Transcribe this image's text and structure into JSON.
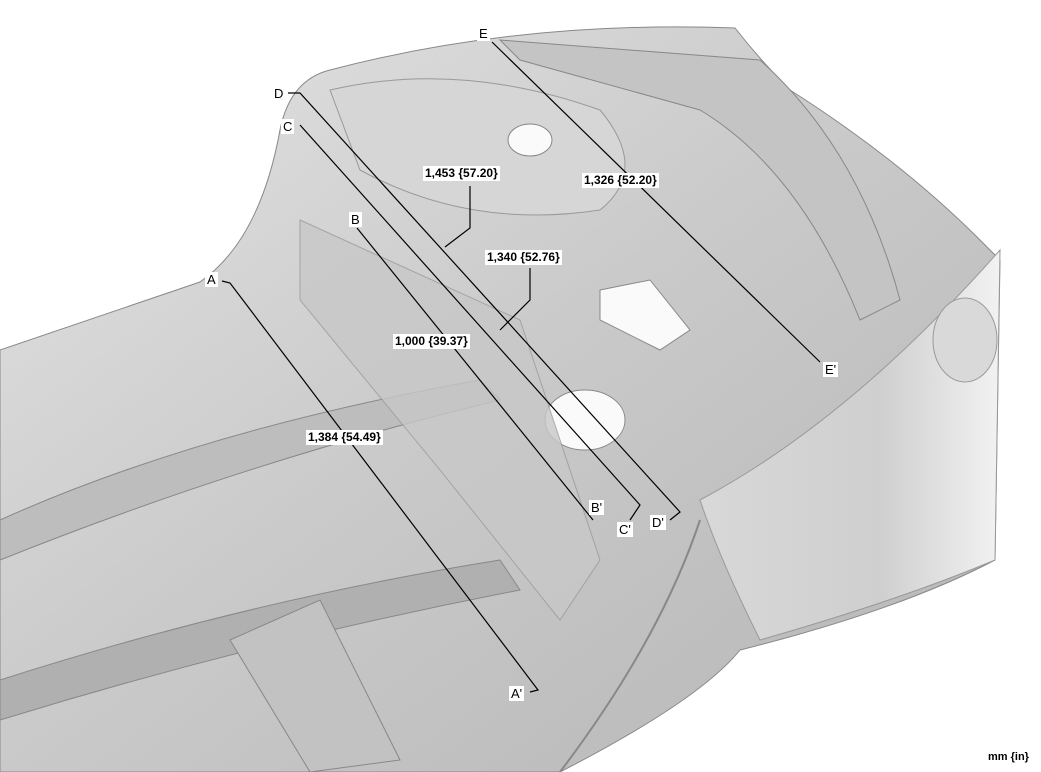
{
  "points": {
    "A": "A",
    "A_prime": "A'",
    "B": "B",
    "B_prime": "B'",
    "C": "C",
    "C_prime": "C'",
    "D": "D",
    "D_prime": "D'",
    "E": "E",
    "E_prime": "E'"
  },
  "dimensions": {
    "d_1453": "1,453 {57.20}",
    "d_1326": "1,326 {52.20}",
    "d_1340": "1,340 {52.76}",
    "d_1000": "1,000 {39.37}",
    "d_1384": "1,384 {54.49}"
  },
  "unit_note": "mm {in}"
}
